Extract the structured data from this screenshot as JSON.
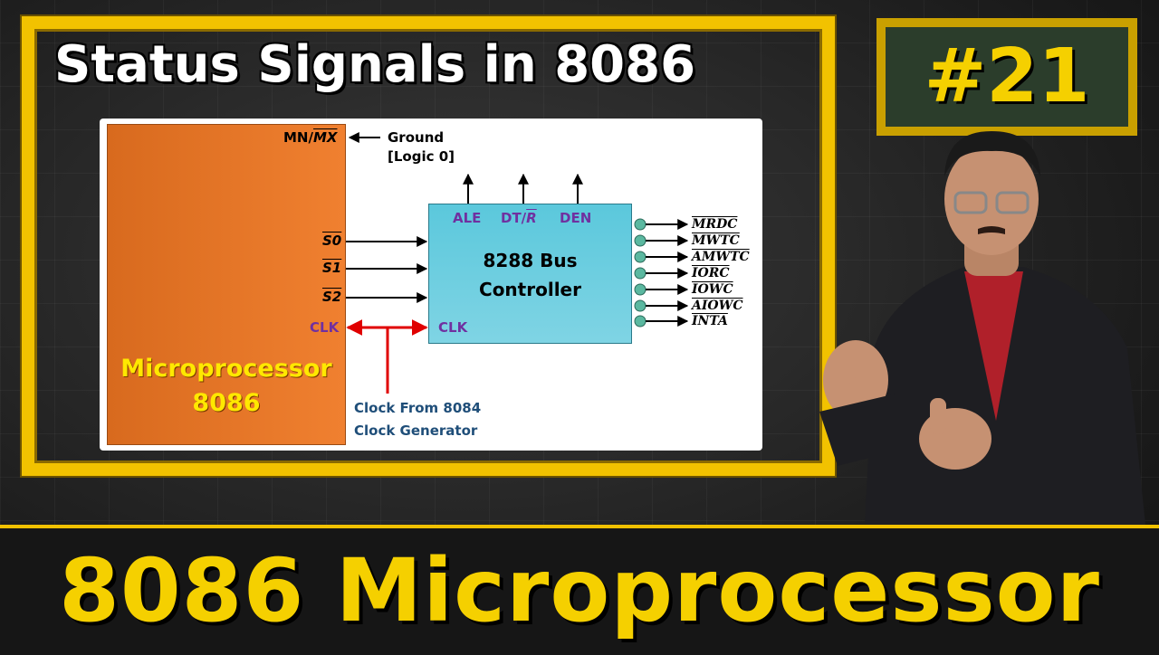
{
  "title": "Status Signals in 8086",
  "episode": "#21",
  "footer": "8086 Microprocessor",
  "diagram": {
    "mp_label_1": "Microprocessor",
    "mp_label_2": "8086",
    "mn_mx": "MN/",
    "mn_mx_bar": "MX",
    "ground_1": "Ground",
    "ground_2": "[Logic 0]",
    "s0": "S0",
    "s1": "S1",
    "s2": "S2",
    "clk_left": "CLK",
    "clk_right": "CLK",
    "bc_label_1": "8288 Bus",
    "bc_label_2": "Controller",
    "ale": "ALE",
    "dtr": "DT/",
    "dtr_bar": "R",
    "den": "DEN",
    "clock_src_1": "Clock From 8084",
    "clock_src_2": "Clock Generator",
    "outputs": [
      "MRDC",
      "MWTC",
      "AMWTC",
      "IORC",
      "IOWC",
      "AIOWC",
      "INTA"
    ]
  },
  "colors": {
    "frame": "#f2c200",
    "mp_block": "#f08030",
    "bc_block": "#6fcfe0",
    "clock_line": "#e00000",
    "signal_label": "#7030a0"
  }
}
